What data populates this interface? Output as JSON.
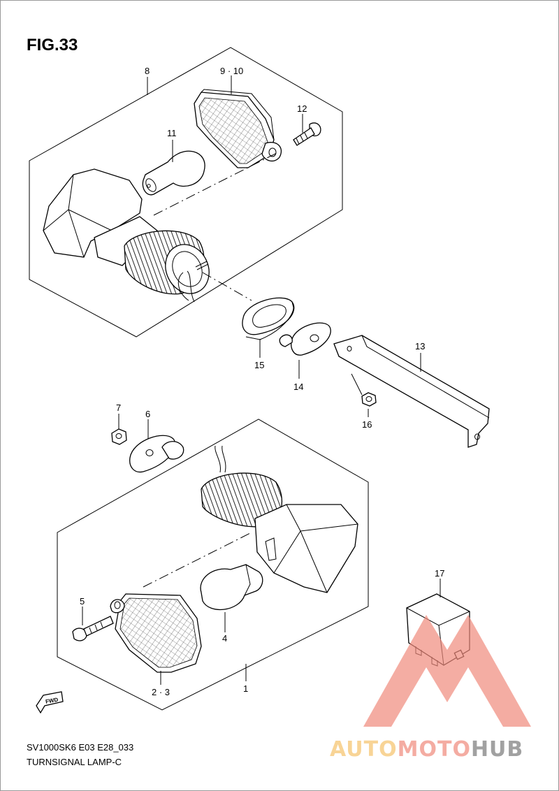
{
  "figure_title": "FIG.33",
  "callouts": {
    "c1": "1",
    "c23": "2 · 3",
    "c4": "4",
    "c5": "5",
    "c6": "6",
    "c7": "7",
    "c8": "8",
    "c910": "9 · 10",
    "c11": "11",
    "c12": "12",
    "c13": "13",
    "c14": "14",
    "c15": "15",
    "c16": "16",
    "c17": "17"
  },
  "fwd_label": "FWD",
  "footer": {
    "model_code": "SV1000SK6 E03 E28_033",
    "section_name": "TURNSIGNAL LAMP-C"
  },
  "watermark": {
    "part1": "AUTO",
    "part2": "MOTO",
    "part3": "HUB",
    "color_light": "#f6c36b",
    "color_mid": "#f08a7c",
    "color_dark": "#7a7a7a"
  }
}
